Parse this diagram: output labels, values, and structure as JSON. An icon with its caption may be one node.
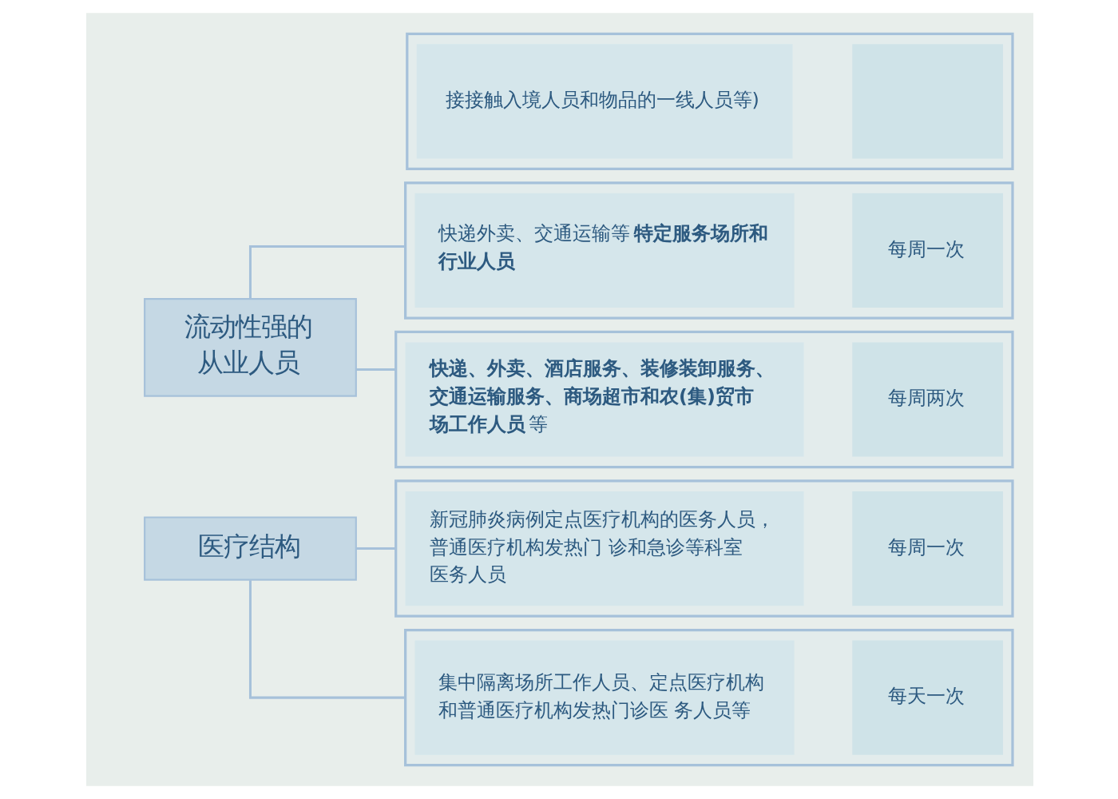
{
  "diagram": {
    "nodes": [
      {
        "text": [],
        "shape": "box"
      },
      {
        "text": [
          "接接触入境人员和物品的一线人员等)"
        ],
        "in": 0
      },
      {
        "text": [],
        "shape": "box",
        "in": 0
      },
      {
        "text": [
          "流动性强的从业人员"
        ]
      },
      {
        "text": [],
        "shape": "box"
      },
      {
        "text": [
          "快递外卖、交通运输等**特定服务场所和行业人员**"
        ],
        "in": 4
      },
      {
        "text": [
          "每周一次"
        ],
        "in": 4
      },
      {
        "text": [],
        "shape": "box"
      },
      {
        "text": [
          "**快递、外卖、酒店服务、装修装卸服务、交通运输服务、商场超市和农(集)贸市场工作人员**等"
        ],
        "in": 7
      },
      {
        "text": [
          "每周两次"
        ],
        "in": 7
      },
      {
        "text": [
          "医疗结构"
        ]
      },
      {
        "text": [],
        "shape": "box"
      },
      {
        "text": [
          "新冠肺炎病例定点医疗机构的医务人员，普通医疗机构发热门 诊和急诊等科室医务人员"
        ],
        "in": 11
      },
      {
        "text": [
          "每周一次"
        ],
        "in": 11
      },
      {
        "text": [],
        "shape": "box"
      },
      {
        "text": [
          "集中隔离场所工作人员、定点医疗机构和普通医疗机构发热门诊医 务人员等"
        ],
        "in": 14
      },
      {
        "text": [
          "每天一次"
        ],
        "in": 14
      }
    ],
    "edges": [
      {
        "from": 3,
        "to": 4,
        "arrow": "none"
      },
      {
        "from": 3,
        "to": 7,
        "arrow": "none"
      },
      {
        "from": 10,
        "to": 11,
        "arrow": "none"
      },
      {
        "from": 10,
        "to": 14,
        "arrow": "none"
      }
    ]
  }
}
